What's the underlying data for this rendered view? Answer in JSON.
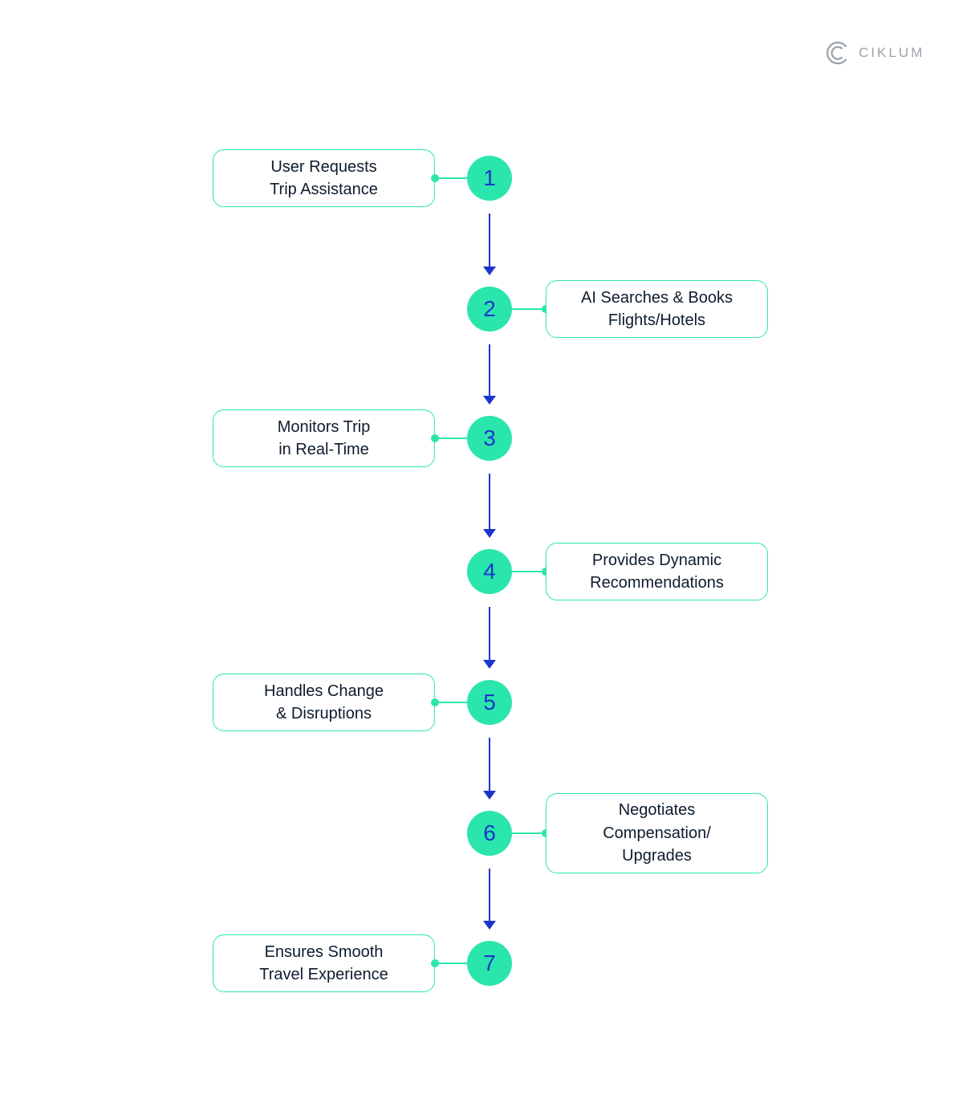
{
  "brand": {
    "name": "CIKLUM"
  },
  "flow": {
    "steps": [
      {
        "number": "1",
        "label": "User Requests\nTrip Assistance",
        "side": "left"
      },
      {
        "number": "2",
        "label": "AI Searches & Books\nFlights/Hotels",
        "side": "right"
      },
      {
        "number": "3",
        "label": "Monitors Trip\nin Real-Time",
        "side": "left"
      },
      {
        "number": "4",
        "label": "Provides Dynamic\nRecommendations",
        "side": "right"
      },
      {
        "number": "5",
        "label": "Handles Change\n& Disruptions",
        "side": "left"
      },
      {
        "number": "6",
        "label": "Negotiates\nCompensation/\nUpgrades",
        "side": "right"
      },
      {
        "number": "7",
        "label": "Ensures Smooth\nTravel Experience",
        "side": "left"
      }
    ]
  },
  "colors": {
    "accent_green": "#2be6ac",
    "accent_blue": "#1c35cc",
    "text_dark": "#0e1c2e",
    "logo_gray": "#9ba2aa"
  }
}
